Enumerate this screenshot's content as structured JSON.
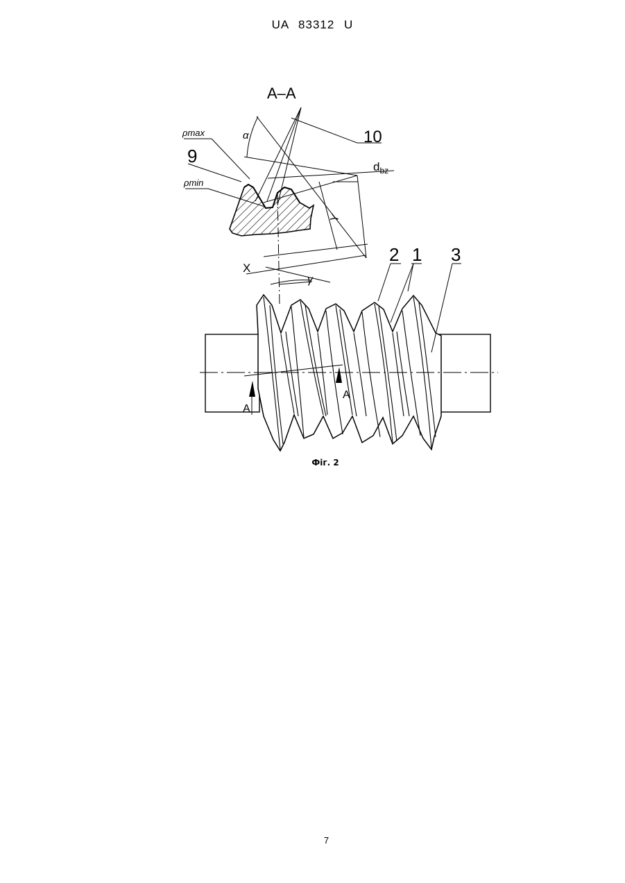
{
  "document": {
    "patent_number": "UA   83312   U",
    "figure_caption": "Фіг. 2",
    "page_number": "7"
  },
  "drawing": {
    "section_label": "A–A",
    "callout_10": "10",
    "callout_9": "9",
    "callout_2": "2",
    "callout_1": "1",
    "callout_3": "3",
    "rho_max": "ρmax",
    "rho_min": "ρmin",
    "d_label": "d",
    "d_sub": "bz",
    "x_label": "X",
    "y_label": "Y",
    "gamma_label": "γ",
    "alpha_label": "α",
    "section_mark_left": "A",
    "section_mark_right": "A"
  }
}
